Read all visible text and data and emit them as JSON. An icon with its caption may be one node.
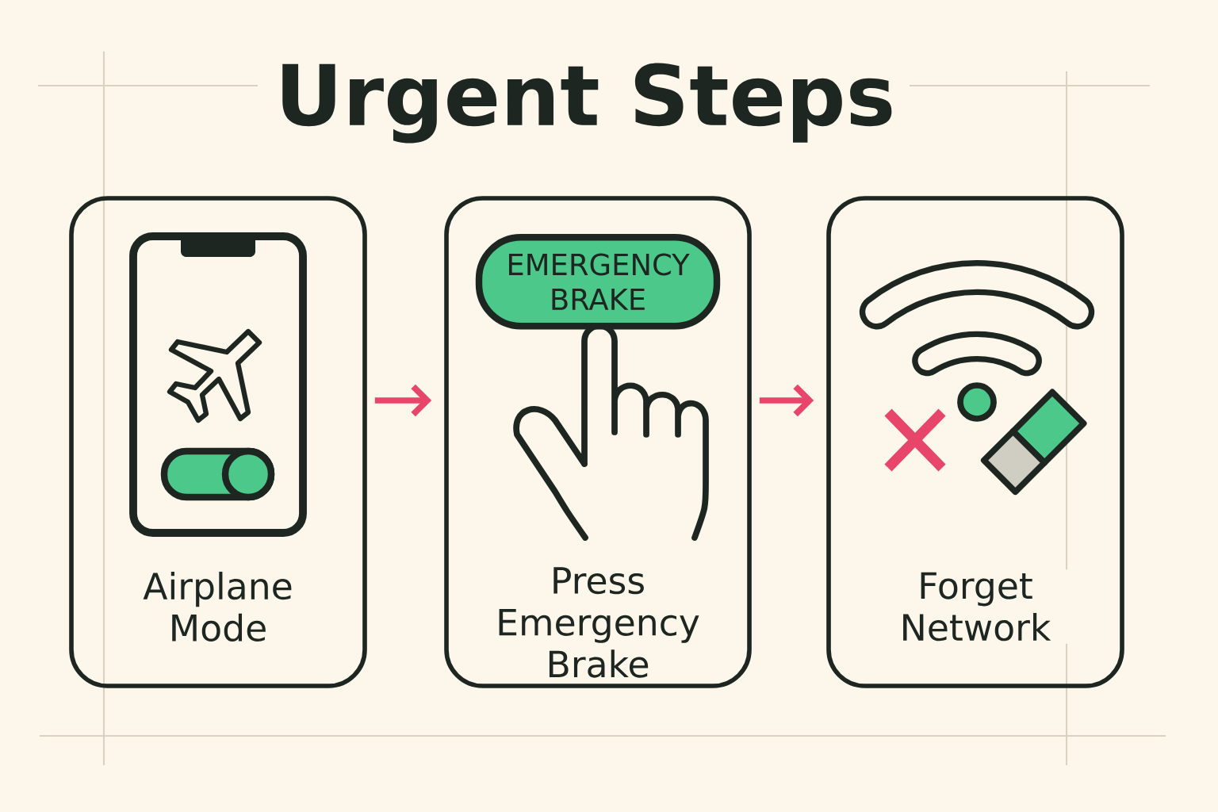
{
  "diagram": {
    "title": "Urgent Steps",
    "nodes": [
      {
        "text": [
          "Airplane Mode"
        ]
      },
      {
        "text": [
          "Press Emergency Brake"
        ]
      },
      {
        "text": [
          "EMERGENCY BRAKE"
        ],
        "in": 1
      },
      {
        "text": [
          "Forget Network"
        ]
      }
    ],
    "edges": [
      {
        "from": 0,
        "to": 1,
        "arrow": "to"
      },
      {
        "from": 1,
        "to": 3,
        "arrow": "to"
      }
    ]
  }
}
